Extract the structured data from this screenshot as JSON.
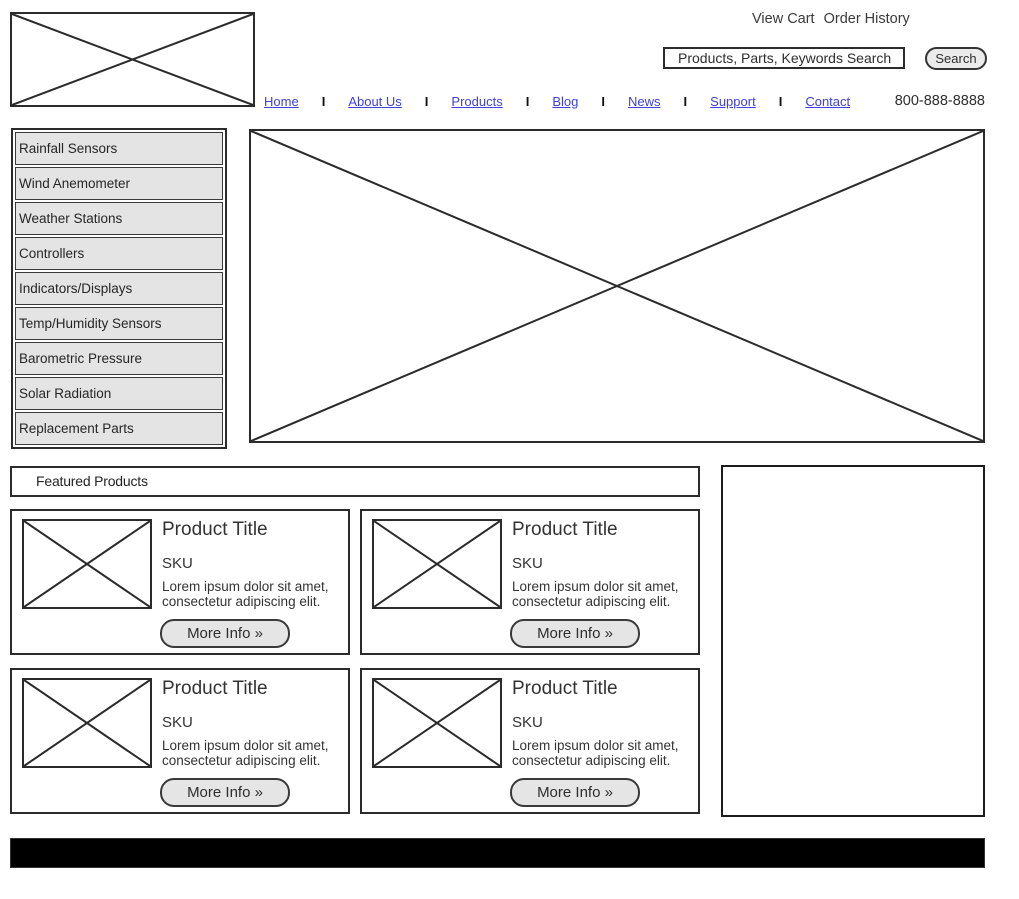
{
  "header": {
    "utility": {
      "view_cart": "View Cart",
      "order_history": "Order History"
    },
    "search": {
      "value": "Products, Parts, Keywords Search",
      "button_label": "Search"
    },
    "nav": {
      "separator": "I",
      "items": [
        "Home",
        "About Us",
        "Products",
        "Blog",
        "News",
        "Support",
        "Contact"
      ]
    },
    "phone": "800-888-8888"
  },
  "sidebar": {
    "items": [
      "Rainfall Sensors",
      "Wind Anemometer",
      "Weather Stations",
      "Controllers",
      "Indicators/Displays",
      "Temp/Humidity Sensors",
      "Barometric Pressure",
      "Solar Radiation",
      "Replacement Parts"
    ]
  },
  "featured": {
    "title": "Featured Products",
    "products": [
      {
        "title": "Product Title",
        "sku": "SKU",
        "description": "Lorem ipsum dolor sit amet, consectetur adipiscing elit.",
        "more_info_label": "More Info »"
      },
      {
        "title": "Product Title",
        "sku": "SKU",
        "description": "Lorem ipsum dolor sit amet, consectetur adipiscing elit.",
        "more_info_label": "More Info »"
      },
      {
        "title": "Product Title",
        "sku": "SKU",
        "description": "Lorem ipsum dolor sit amet, consectetur adipiscing elit.",
        "more_info_label": "More Info »"
      },
      {
        "title": "Product Title",
        "sku": "SKU",
        "description": "Lorem ipsum dolor sit amet, consectetur adipiscing elit.",
        "more_info_label": "More Info »"
      }
    ]
  },
  "colors": {
    "link": "#4040dd",
    "border": "#2b2b2b",
    "menu_background": "#e4e4e4",
    "button_background": "#ebebeb",
    "footer_background": "#000000"
  }
}
